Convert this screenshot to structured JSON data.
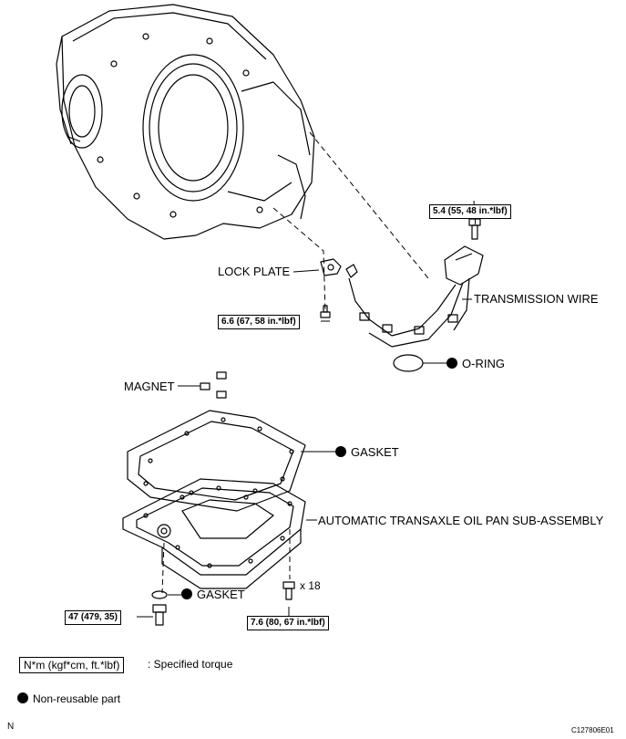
{
  "labels": {
    "lock_plate": "LOCK PLATE",
    "transmission_wire": "TRANSMISSION WIRE",
    "o_ring": "O-RING",
    "magnet": "MAGNET",
    "gasket_upper": "GASKET",
    "oil_pan": "AUTOMATIC TRANSAXLE OIL PAN SUB-ASSEMBLY",
    "gasket_lower": "GASKET",
    "bolt_count": "x 18"
  },
  "torques": {
    "wire_bolt": "5.4 (55, 48 in.*lbf)",
    "lock_plate_bolt": "6.6 (67, 58 in.*lbf)",
    "drain_plug": "47 (479, 35)",
    "pan_bolts": "7.6 (80, 67 in.*lbf)"
  },
  "legend": {
    "torque_unit": "N*m (kgf*cm, ft.*lbf)",
    "torque_desc": ": Specified torque",
    "non_reusable": "Non-reusable part"
  },
  "footer": {
    "left_code": "N",
    "right_code": "C127806E01"
  }
}
